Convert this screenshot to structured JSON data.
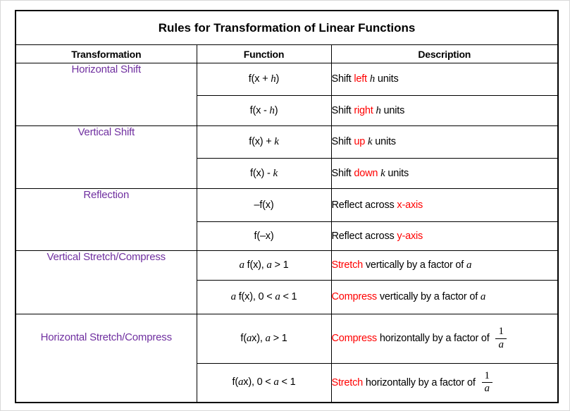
{
  "colors": {
    "purple": "#7030A0",
    "red": "#FF0000",
    "border": "#000000",
    "background": "#ffffff"
  },
  "table": {
    "title": "Rules for Transformation of Linear Functions",
    "columns": [
      "Transformation",
      "Function",
      "Description"
    ],
    "groups": [
      {
        "label": "Horizontal Shift",
        "rows": [
          {
            "function": [
              {
                "t": "f(x + "
              },
              {
                "t": "h",
                "s": "var"
              },
              {
                "t": ")"
              }
            ],
            "description": [
              {
                "t": "Shift "
              },
              {
                "t": "left",
                "s": "red"
              },
              {
                "t": " "
              },
              {
                "t": "h",
                "s": "var"
              },
              {
                "t": " units"
              }
            ]
          },
          {
            "function": [
              {
                "t": "f(x - "
              },
              {
                "t": "h",
                "s": "var"
              },
              {
                "t": ")"
              }
            ],
            "description": [
              {
                "t": "Shift "
              },
              {
                "t": "right",
                "s": "red"
              },
              {
                "t": " "
              },
              {
                "t": "h",
                "s": "var"
              },
              {
                "t": " units"
              }
            ]
          }
        ]
      },
      {
        "label": "Vertical Shift",
        "rows": [
          {
            "function": [
              {
                "t": "f(x) + "
              },
              {
                "t": "k",
                "s": "var"
              }
            ],
            "description": [
              {
                "t": "Shift "
              },
              {
                "t": "up",
                "s": "red"
              },
              {
                "t": " "
              },
              {
                "t": "k",
                "s": "var"
              },
              {
                "t": " units"
              }
            ]
          },
          {
            "function": [
              {
                "t": "f(x) - "
              },
              {
                "t": "k",
                "s": "var"
              }
            ],
            "description": [
              {
                "t": "Shift "
              },
              {
                "t": "down",
                "s": "red"
              },
              {
                "t": " "
              },
              {
                "t": "k",
                "s": "var"
              },
              {
                "t": " units"
              }
            ]
          }
        ]
      },
      {
        "label": "Reflection",
        "rows": [
          {
            "function": [
              {
                "t": "–f(x)"
              }
            ],
            "description": [
              {
                "t": "Reflect across "
              },
              {
                "t": "x-axis",
                "s": "red"
              }
            ]
          },
          {
            "function": [
              {
                "t": "f(–x)"
              }
            ],
            "description": [
              {
                "t": "Reflect across "
              },
              {
                "t": "y-axis",
                "s": "red"
              }
            ]
          }
        ]
      },
      {
        "label": "Vertical Stretch/Compress",
        "rows": [
          {
            "function": [
              {
                "t": "a",
                "s": "var"
              },
              {
                "t": " f(x), "
              },
              {
                "t": "a",
                "s": "var"
              },
              {
                "t": " > 1"
              }
            ],
            "description": [
              {
                "t": "Stretch",
                "s": "red"
              },
              {
                "t": " vertically by a factor of "
              },
              {
                "t": "a",
                "s": "var"
              }
            ]
          },
          {
            "function": [
              {
                "t": "a",
                "s": "var"
              },
              {
                "t": " f(x), 0 < "
              },
              {
                "t": "a",
                "s": "var"
              },
              {
                "t": " < 1"
              }
            ],
            "description": [
              {
                "t": "Compress",
                "s": "red"
              },
              {
                "t": " vertically by a factor of "
              },
              {
                "t": "a",
                "s": "var"
              }
            ]
          }
        ]
      },
      {
        "label": "Horizontal Stretch/Compress",
        "rows": [
          {
            "function": [
              {
                "t": "f("
              },
              {
                "t": "a",
                "s": "var"
              },
              {
                "t": "x), "
              },
              {
                "t": "a",
                "s": "var"
              },
              {
                "t": " > 1"
              }
            ],
            "description": [
              {
                "t": "Compress",
                "s": "red"
              },
              {
                "t": " horizontally by a factor of "
              },
              {
                "frac": {
                  "num": "1",
                  "den": "a"
                }
              }
            ]
          },
          {
            "function": [
              {
                "t": "f("
              },
              {
                "t": "a",
                "s": "var"
              },
              {
                "t": "x), 0 < "
              },
              {
                "t": "a",
                "s": "var"
              },
              {
                "t": " < 1"
              }
            ],
            "description": [
              {
                "t": "Stretch",
                "s": "red"
              },
              {
                "t": " horizontally by a factor of "
              },
              {
                "frac": {
                  "num": "1",
                  "den": "a"
                }
              }
            ]
          }
        ]
      }
    ]
  }
}
